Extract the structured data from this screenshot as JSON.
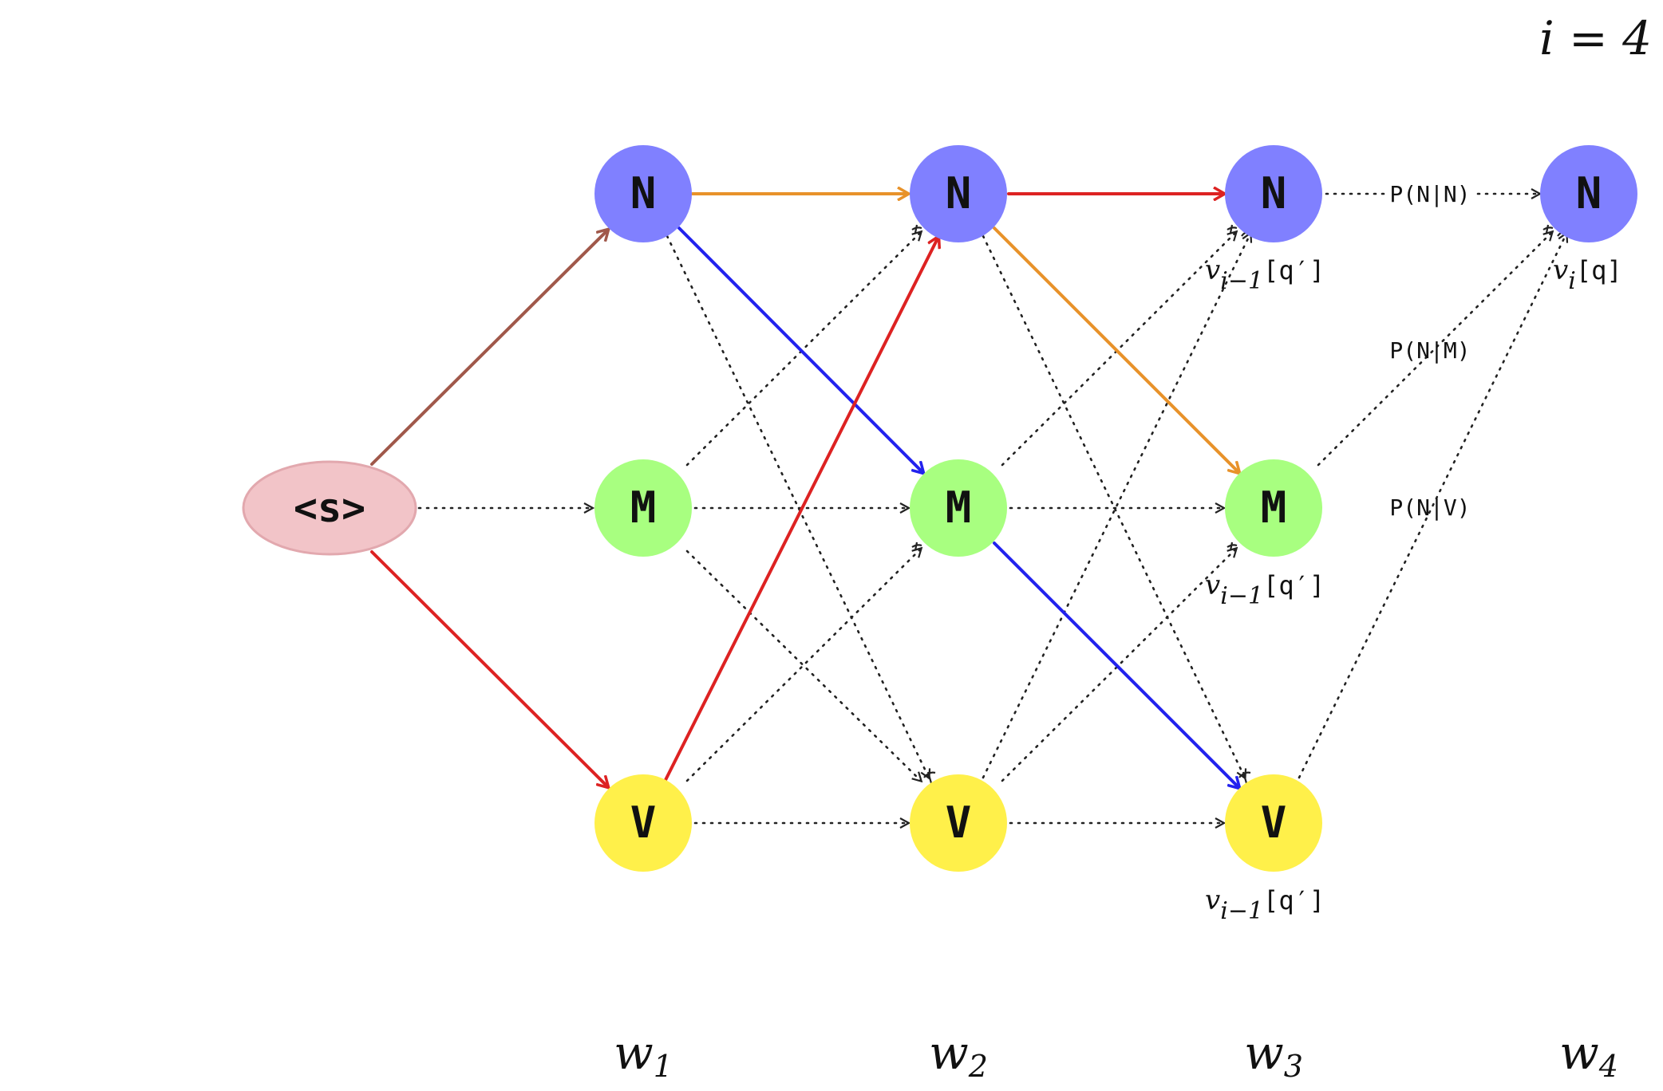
{
  "step_label": "i = 4",
  "start_node": {
    "label": "<s>",
    "color": "#f2c4c8",
    "border": "#e2a8ae"
  },
  "tags": [
    {
      "label": "N",
      "color": "#8080ff"
    },
    {
      "label": "M",
      "color": "#a8ff80"
    },
    {
      "label": "V",
      "color": "#fff04a"
    }
  ],
  "words": [
    "w1",
    "w2",
    "w3",
    "w4"
  ],
  "word_subscripts": [
    "1",
    "2",
    "3",
    "4"
  ],
  "word_base": "w",
  "score_labels": {
    "prev": {
      "base": "v",
      "sub": "i−1",
      "arg": "[q′]"
    },
    "curr": {
      "base": "v",
      "sub": "i",
      "arg": "[q]"
    }
  },
  "transition_probs": [
    "P(N|N)",
    "P(N|M)",
    "P(N|V)"
  ],
  "edge_colors": {
    "brown": "#a0584a",
    "red": "#dd2222",
    "orange": "#e8922a",
    "blue": "#2222ee",
    "dotted": "#222222"
  }
}
